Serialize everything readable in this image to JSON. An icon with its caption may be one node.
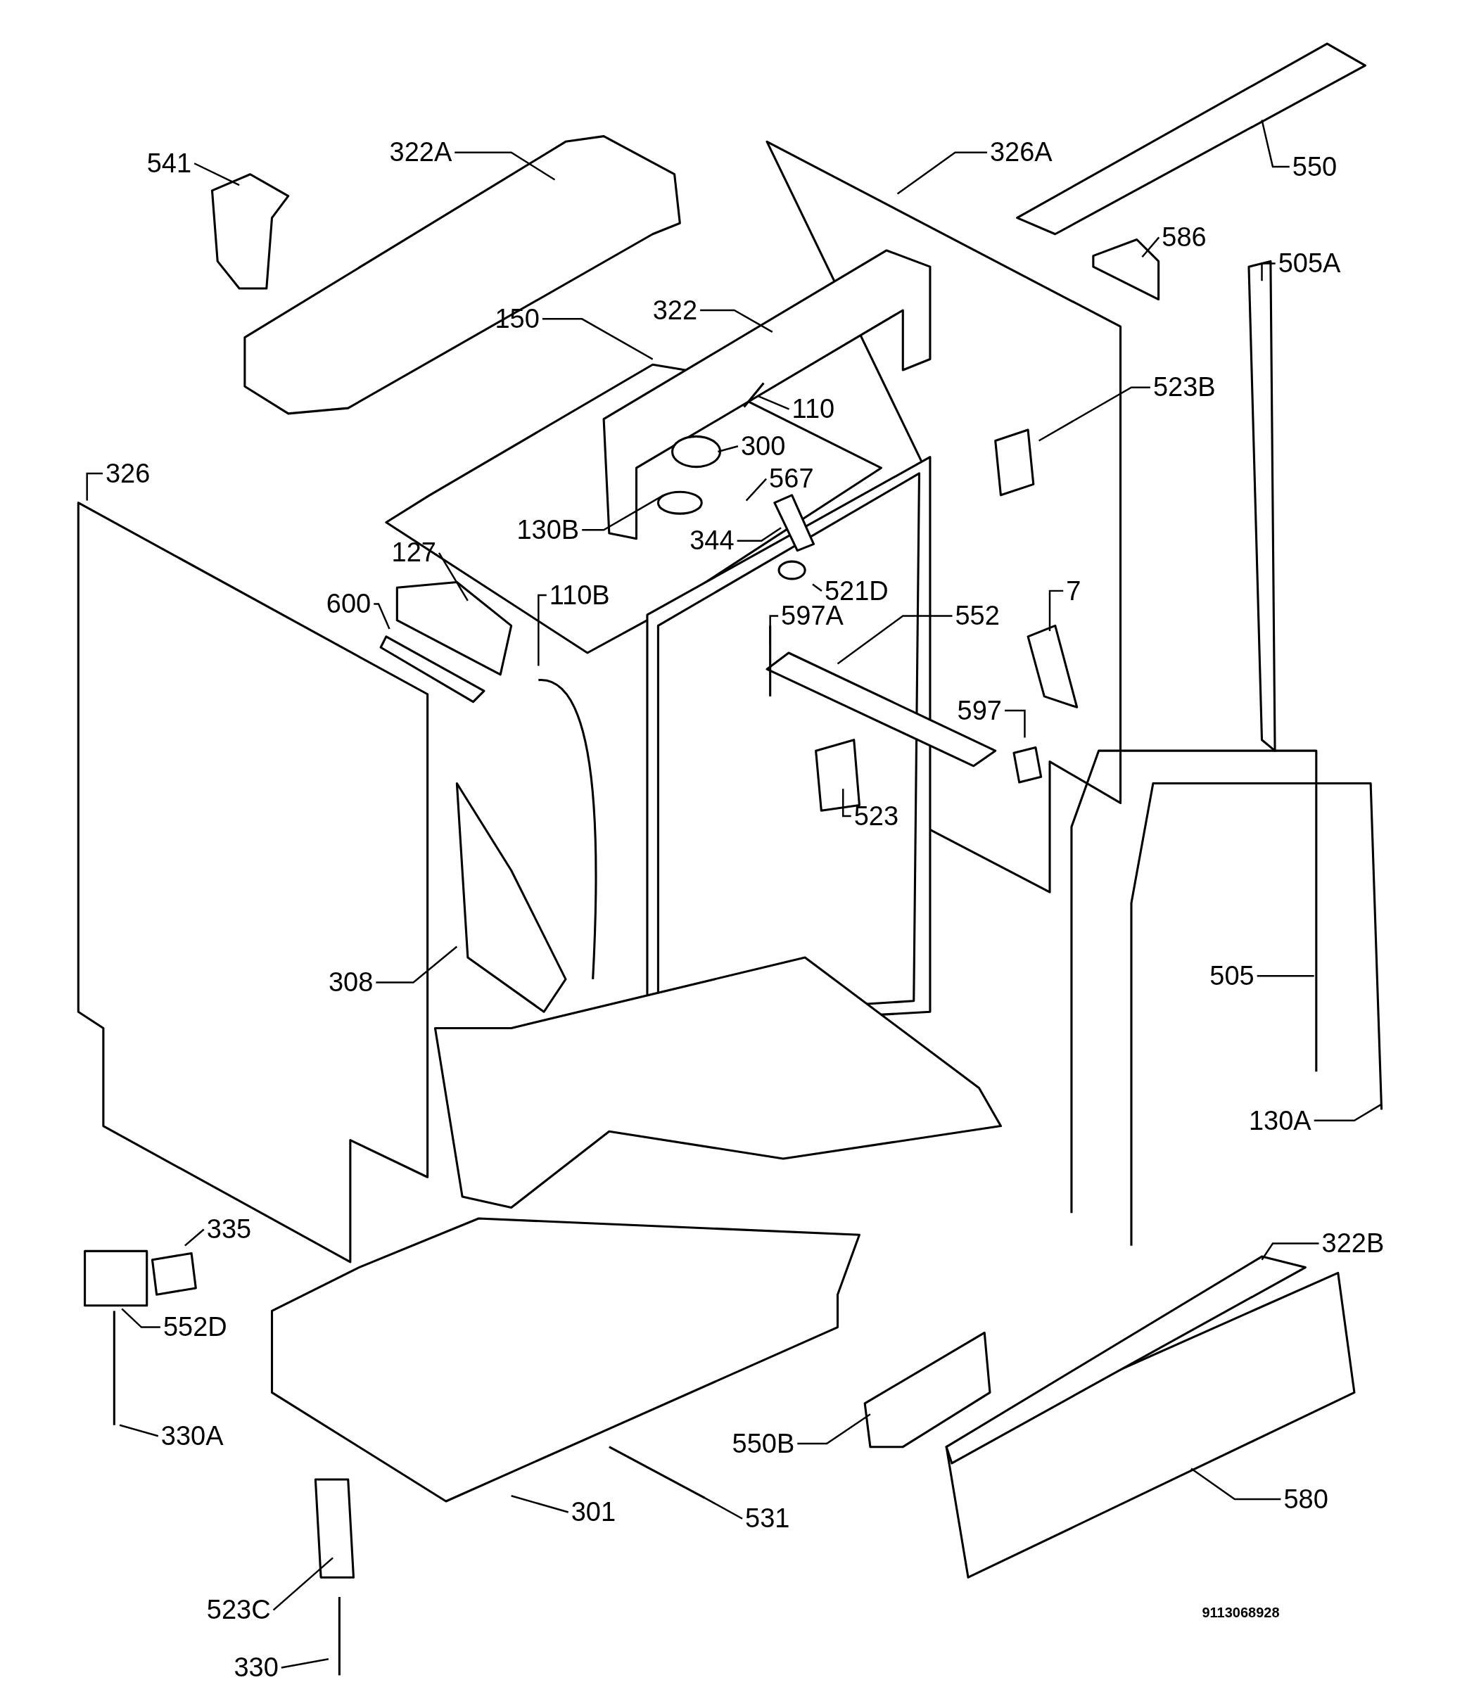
{
  "diagram": {
    "nodes": [
      {
        "text": [
          "541"
        ]
      },
      {
        "text": [
          "322A"
        ]
      },
      {
        "text": [
          "326A"
        ]
      },
      {
        "text": [
          "550"
        ]
      },
      {
        "text": [
          "586"
        ]
      },
      {
        "text": [
          "505A"
        ]
      },
      {
        "text": [
          "150"
        ]
      },
      {
        "text": [
          "322"
        ]
      },
      {
        "text": [
          "110"
        ]
      },
      {
        "text": [
          "523B"
        ]
      },
      {
        "text": [
          "300"
        ]
      },
      {
        "text": [
          "567"
        ]
      },
      {
        "text": [
          "326"
        ]
      },
      {
        "text": [
          "130B"
        ]
      },
      {
        "text": [
          "344"
        ]
      },
      {
        "text": [
          "127"
        ]
      },
      {
        "text": [
          "600"
        ]
      },
      {
        "text": [
          "110B"
        ]
      },
      {
        "text": [
          "521D"
        ]
      },
      {
        "text": [
          "7"
        ]
      },
      {
        "text": [
          "597A"
        ]
      },
      {
        "text": [
          "552"
        ]
      },
      {
        "text": [
          "597"
        ]
      },
      {
        "text": [
          "523"
        ]
      },
      {
        "text": [
          "505"
        ]
      },
      {
        "text": [
          "308"
        ]
      },
      {
        "text": [
          "130A"
        ]
      },
      {
        "text": [
          "335"
        ]
      },
      {
        "text": [
          "322B"
        ]
      },
      {
        "text": [
          "552D"
        ]
      },
      {
        "text": [
          "330A"
        ]
      },
      {
        "text": [
          "550B"
        ]
      },
      {
        "text": [
          "580"
        ]
      },
      {
        "text": [
          "301"
        ]
      },
      {
        "text": [
          "531"
        ]
      },
      {
        "text": [
          "523C"
        ]
      },
      {
        "text": [
          "330"
        ]
      }
    ],
    "edges": [
      {
        "from": 0,
        "to": null,
        "arrow": "none"
      },
      {
        "from": 1,
        "to": null,
        "arrow": "none"
      },
      {
        "from": 2,
        "to": null,
        "arrow": "none"
      },
      {
        "from": 3,
        "to": null,
        "arrow": "none"
      },
      {
        "from": 4,
        "to": null,
        "arrow": "none"
      },
      {
        "from": 5,
        "to": null,
        "arrow": "none"
      },
      {
        "from": 6,
        "to": null,
        "arrow": "none"
      },
      {
        "from": 7,
        "to": null,
        "arrow": "none"
      },
      {
        "from": 8,
        "to": null,
        "arrow": "none"
      },
      {
        "from": 9,
        "to": null,
        "arrow": "none"
      },
      {
        "from": 10,
        "to": null,
        "arrow": "none"
      },
      {
        "from": 11,
        "to": null,
        "arrow": "none"
      },
      {
        "from": 12,
        "to": null,
        "arrow": "none"
      },
      {
        "from": 13,
        "to": null,
        "arrow": "none"
      },
      {
        "from": 14,
        "to": null,
        "arrow": "none"
      },
      {
        "from": 15,
        "to": null,
        "arrow": "none"
      },
      {
        "from": 16,
        "to": null,
        "arrow": "none"
      },
      {
        "from": 17,
        "to": null,
        "arrow": "none"
      },
      {
        "from": 18,
        "to": null,
        "arrow": "none"
      },
      {
        "from": 19,
        "to": null,
        "arrow": "none"
      },
      {
        "from": 20,
        "to": null,
        "arrow": "none"
      },
      {
        "from": 21,
        "to": null,
        "arrow": "none"
      },
      {
        "from": 22,
        "to": null,
        "arrow": "none"
      },
      {
        "from": 23,
        "to": null,
        "arrow": "none"
      },
      {
        "from": 24,
        "to": null,
        "arrow": "none"
      },
      {
        "from": 25,
        "to": null,
        "arrow": "none"
      },
      {
        "from": 26,
        "to": null,
        "arrow": "none"
      },
      {
        "from": 27,
        "to": null,
        "arrow": "none"
      },
      {
        "from": 28,
        "to": null,
        "arrow": "none"
      },
      {
        "from": 29,
        "to": null,
        "arrow": "none"
      },
      {
        "from": 30,
        "to": null,
        "arrow": "none"
      },
      {
        "from": 31,
        "to": null,
        "arrow": "none"
      },
      {
        "from": 32,
        "to": null,
        "arrow": "none"
      },
      {
        "from": 33,
        "to": null,
        "arrow": "none"
      },
      {
        "from": 34,
        "to": null,
        "arrow": "none"
      },
      {
        "from": 35,
        "to": null,
        "arrow": "none"
      },
      {
        "from": 36,
        "to": null,
        "arrow": "none"
      }
    ],
    "labels": [
      "9113068928"
    ]
  }
}
